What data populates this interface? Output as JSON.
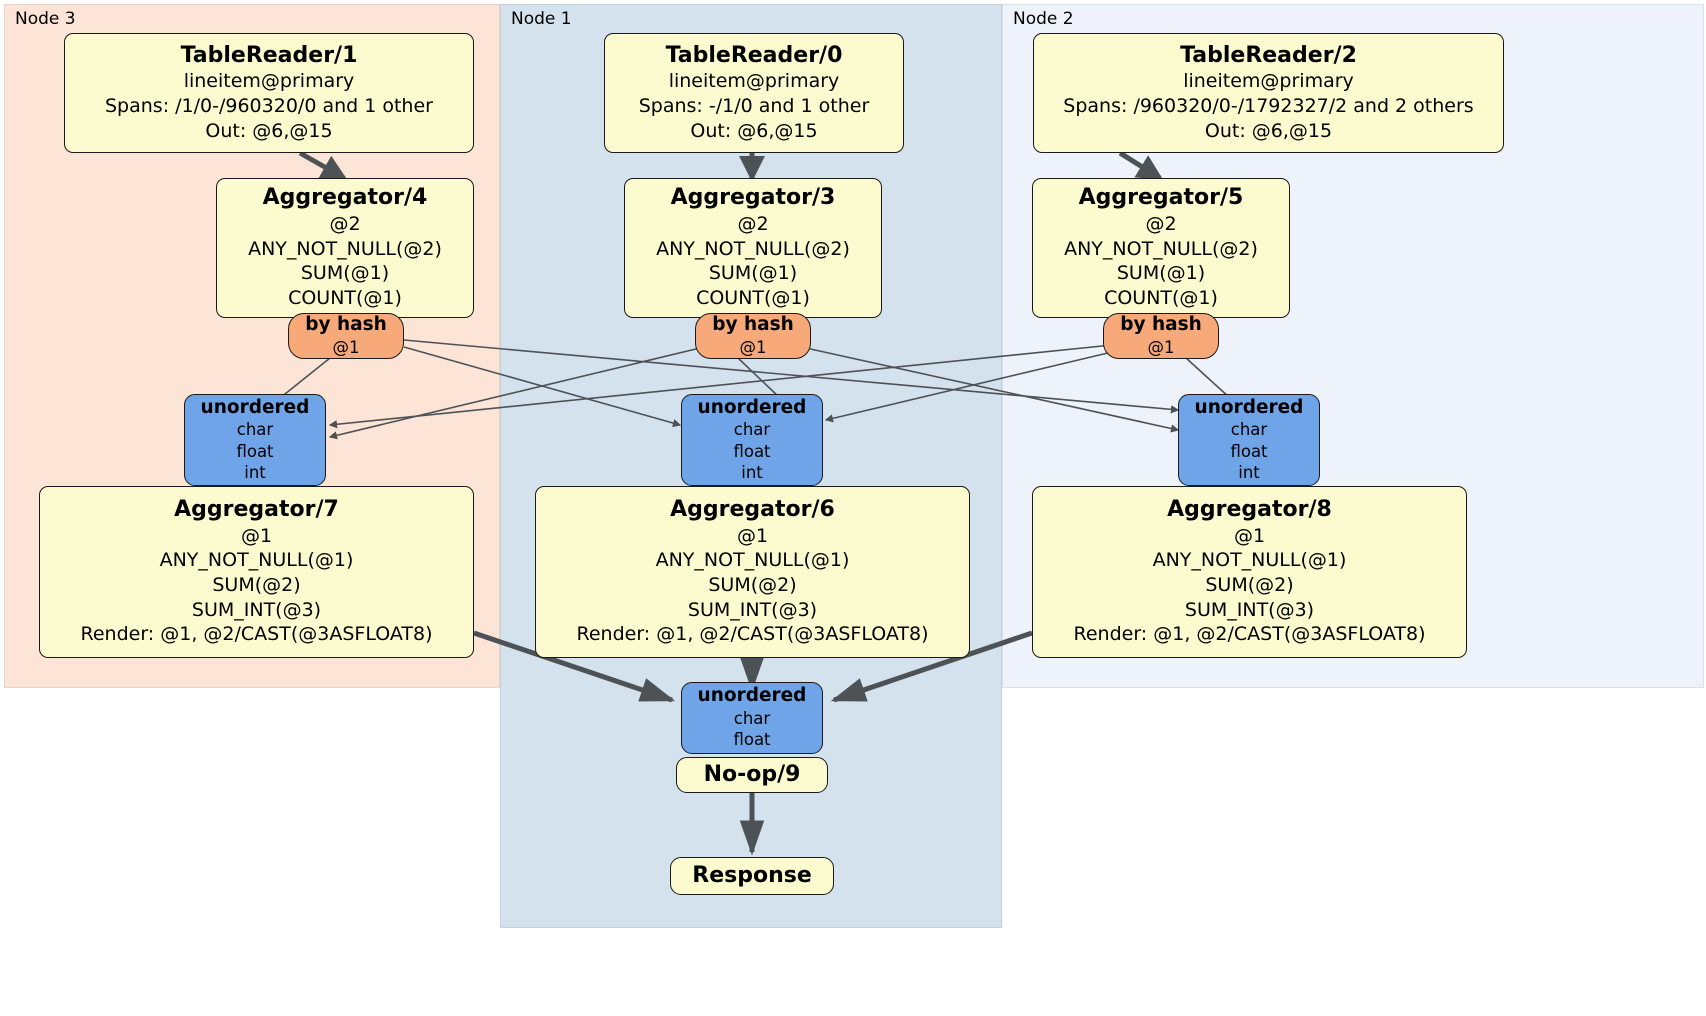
{
  "diagram": {
    "type": "distributed-query-plan",
    "colors": {
      "node3_panel": "#fce4d6",
      "node1_panel": "#d4e2ee",
      "node2_panel": "#eef2fb",
      "processor_box": "#fbfbcf",
      "router_box": "#f7a97a",
      "synchronizer_box": "#6fa4e8",
      "edge": "#4d5257",
      "border": "#1a1a1a"
    }
  },
  "panels": [
    {
      "id": "node3",
      "label": "Node 3"
    },
    {
      "id": "node1",
      "label": "Node 1"
    },
    {
      "id": "node2",
      "label": "Node 2"
    }
  ],
  "nodes": {
    "tablereader1": {
      "title": "TableReader/1",
      "lines": [
        "lineitem@primary",
        "Spans: /1/0-/960320/0 and 1 other",
        "Out: @6,@15"
      ]
    },
    "tablereader0": {
      "title": "TableReader/0",
      "lines": [
        "lineitem@primary",
        "Spans: -/1/0 and 1 other",
        "Out: @6,@15"
      ]
    },
    "tablereader2": {
      "title": "TableReader/2",
      "lines": [
        "lineitem@primary",
        "Spans: /960320/0-/1792327/2 and 2 others",
        "Out: @6,@15"
      ]
    },
    "aggregator4": {
      "title": "Aggregator/4",
      "lines": [
        "@2",
        "ANY_NOT_NULL(@2)",
        "SUM(@1)",
        "COUNT(@1)"
      ]
    },
    "aggregator3": {
      "title": "Aggregator/3",
      "lines": [
        "@2",
        "ANY_NOT_NULL(@2)",
        "SUM(@1)",
        "COUNT(@1)"
      ]
    },
    "aggregator5": {
      "title": "Aggregator/5",
      "lines": [
        "@2",
        "ANY_NOT_NULL(@2)",
        "SUM(@1)",
        "COUNT(@1)"
      ]
    },
    "byhash_left": {
      "title": "by hash",
      "lines": [
        "@1"
      ]
    },
    "byhash_center": {
      "title": "by hash",
      "lines": [
        "@1"
      ]
    },
    "byhash_right": {
      "title": "by hash",
      "lines": [
        "@1"
      ]
    },
    "unordered_left": {
      "title": "unordered",
      "lines": [
        "char",
        "float",
        "int"
      ]
    },
    "unordered_center": {
      "title": "unordered",
      "lines": [
        "char",
        "float",
        "int"
      ]
    },
    "unordered_right": {
      "title": "unordered",
      "lines": [
        "char",
        "float",
        "int"
      ]
    },
    "aggregator7": {
      "title": "Aggregator/7",
      "lines": [
        "@1",
        "ANY_NOT_NULL(@1)",
        "SUM(@2)",
        "SUM_INT(@3)",
        "Render: @1, @2/CAST(@3ASFLOAT8)"
      ]
    },
    "aggregator6": {
      "title": "Aggregator/6",
      "lines": [
        "@1",
        "ANY_NOT_NULL(@1)",
        "SUM(@2)",
        "SUM_INT(@3)",
        "Render: @1, @2/CAST(@3ASFLOAT8)"
      ]
    },
    "aggregator8": {
      "title": "Aggregator/8",
      "lines": [
        "@1",
        "ANY_NOT_NULL(@1)",
        "SUM(@2)",
        "SUM_INT(@3)",
        "Render: @1, @2/CAST(@3ASFLOAT8)"
      ]
    },
    "unordered_final": {
      "title": "unordered",
      "lines": [
        "char",
        "float"
      ]
    },
    "noop9": {
      "title": "No-op/9",
      "lines": []
    },
    "response": {
      "title": "Response",
      "lines": []
    }
  }
}
